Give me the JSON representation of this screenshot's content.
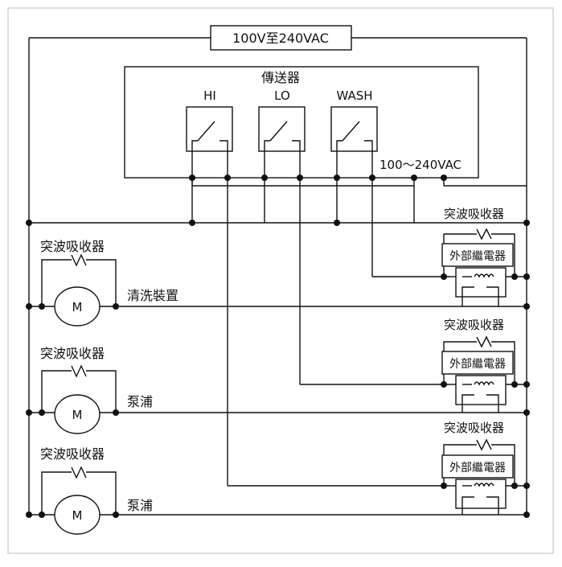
{
  "supply": {
    "label": "100V至240VAC"
  },
  "transmitter": {
    "title": "傳送器",
    "voltage": "100～240VAC",
    "switches": [
      {
        "label": "HI"
      },
      {
        "label": "LO"
      },
      {
        "label": "WASH"
      }
    ]
  },
  "loads": [
    {
      "surge_label": "突波吸收器",
      "motor_label": "M",
      "name": "清洗裝置"
    },
    {
      "surge_label": "突波吸收器",
      "motor_label": "M",
      "name": "泵浦"
    },
    {
      "surge_label": "突波吸收器",
      "motor_label": "M",
      "name": "泵浦"
    }
  ],
  "relays": [
    {
      "surge_label": "突波吸收器",
      "relay_label": "外部繼電器"
    },
    {
      "surge_label": "突波吸收器",
      "relay_label": "外部繼電器"
    },
    {
      "surge_label": "突波吸收器",
      "relay_label": "外部繼電器"
    }
  ]
}
